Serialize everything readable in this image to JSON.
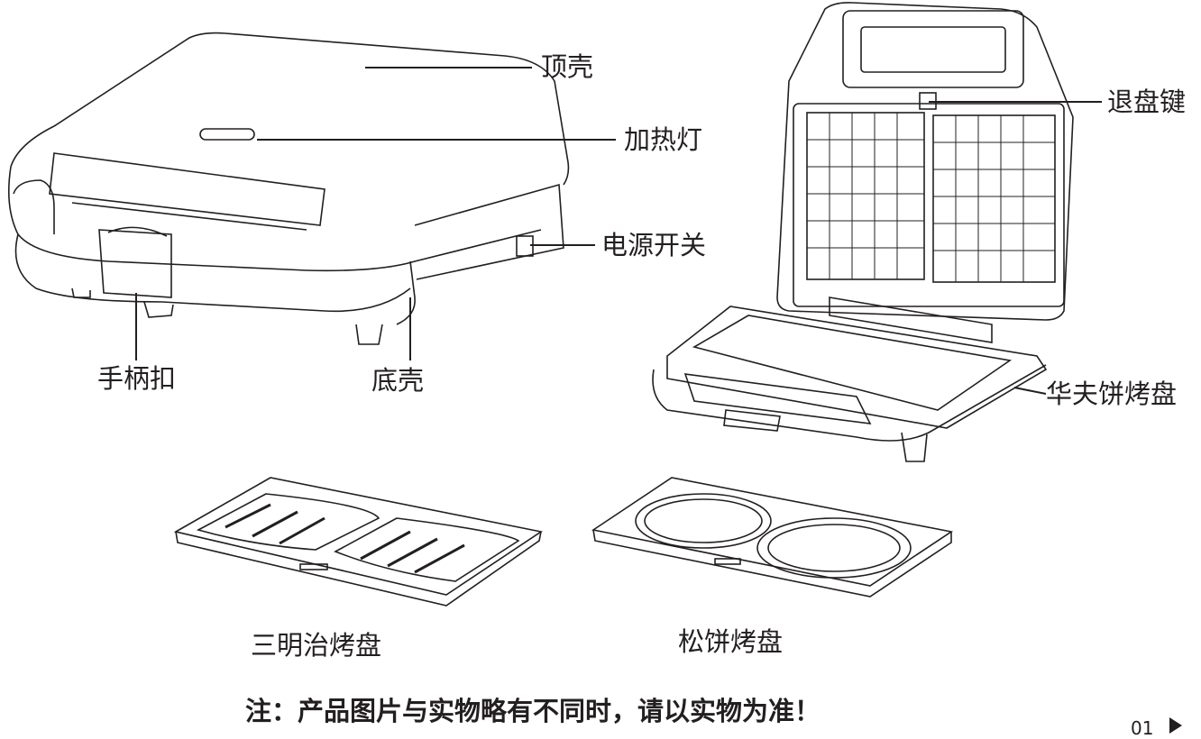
{
  "labels": {
    "top_shell": "顶壳",
    "heating_light": "加热灯",
    "power_switch": "电源开关",
    "handle_latch": "手柄扣",
    "bottom_shell": "底壳",
    "release_button": "退盘键",
    "waffle_plate": "华夫饼烤盘",
    "sandwich_plate": "三明治烤盘",
    "muffin_plate": "松饼烤盘"
  },
  "note": "注：产品图片与实物略有不同时，请以实物为准！",
  "page_number": "01",
  "icons": {
    "next": "triangle-right-icon"
  }
}
